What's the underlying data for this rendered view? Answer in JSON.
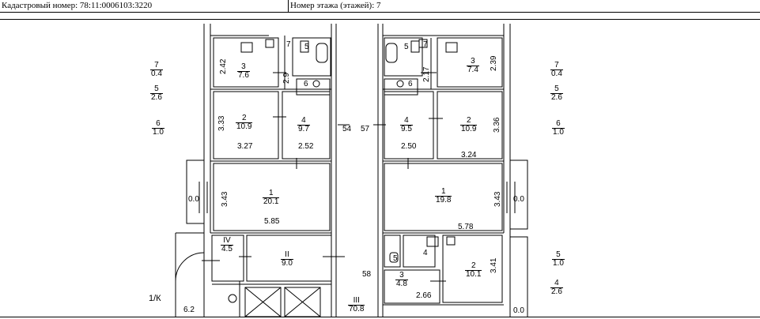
{
  "header": {
    "cadastral": "Кадастровый номер: 78:11:0006103:3220",
    "floor": "Номер этажа (этажей): 7"
  },
  "plan": {
    "left_side_fractions": [
      {
        "num": "7",
        "den": "0.4"
      },
      {
        "num": "5",
        "den": "2.6"
      },
      {
        "num": "6",
        "den": "1.0"
      }
    ],
    "right_side_fractions": [
      {
        "num": "7",
        "den": "0.4"
      },
      {
        "num": "5",
        "den": "2.6"
      },
      {
        "num": "6",
        "den": "1.0"
      },
      {
        "num": "5",
        "den": "1.0"
      },
      {
        "num": "4",
        "den": "2.6"
      }
    ],
    "left_rooms": [
      {
        "num": "3",
        "den": "7.6"
      },
      {
        "num": "5",
        "den": ""
      },
      {
        "num": "7",
        "den": ""
      },
      {
        "num": "6",
        "den": ""
      },
      {
        "num": "2",
        "den": "10.9"
      },
      {
        "num": "4",
        "den": "9.7"
      },
      {
        "num": "1",
        "den": "20.1"
      },
      {
        "num": "IV",
        "den": "4.5"
      },
      {
        "num": "II",
        "den": "9.0"
      },
      {
        "num": "III",
        "den": "70.8"
      }
    ],
    "right_rooms": [
      {
        "num": "5",
        "den": ""
      },
      {
        "num": "7",
        "den": ""
      },
      {
        "num": "3",
        "den": "7.4"
      },
      {
        "num": "6",
        "den": ""
      },
      {
        "num": "4",
        "den": "9.5"
      },
      {
        "num": "2",
        "den": "10.9"
      },
      {
        "num": "1",
        "den": "19.8"
      },
      {
        "num": "5",
        "den": ""
      },
      {
        "num": "4",
        "den": ""
      },
      {
        "num": "3",
        "den": "4.8"
      },
      {
        "num": "2",
        "den": "10.1"
      }
    ],
    "dims_left": [
      "2.42",
      "2.9",
      "3.33",
      "3.27",
      "2.52",
      "3.43",
      "5.85",
      "0.0",
      "54",
      "6.2"
    ],
    "dims_right": [
      "2.39",
      "2.17",
      "3.36",
      "2.50",
      "3.24",
      "3.43",
      "5.78",
      "0.0",
      "0.0",
      "3.41",
      "2.66",
      "57",
      "58"
    ],
    "label_1lk": "1/К"
  }
}
